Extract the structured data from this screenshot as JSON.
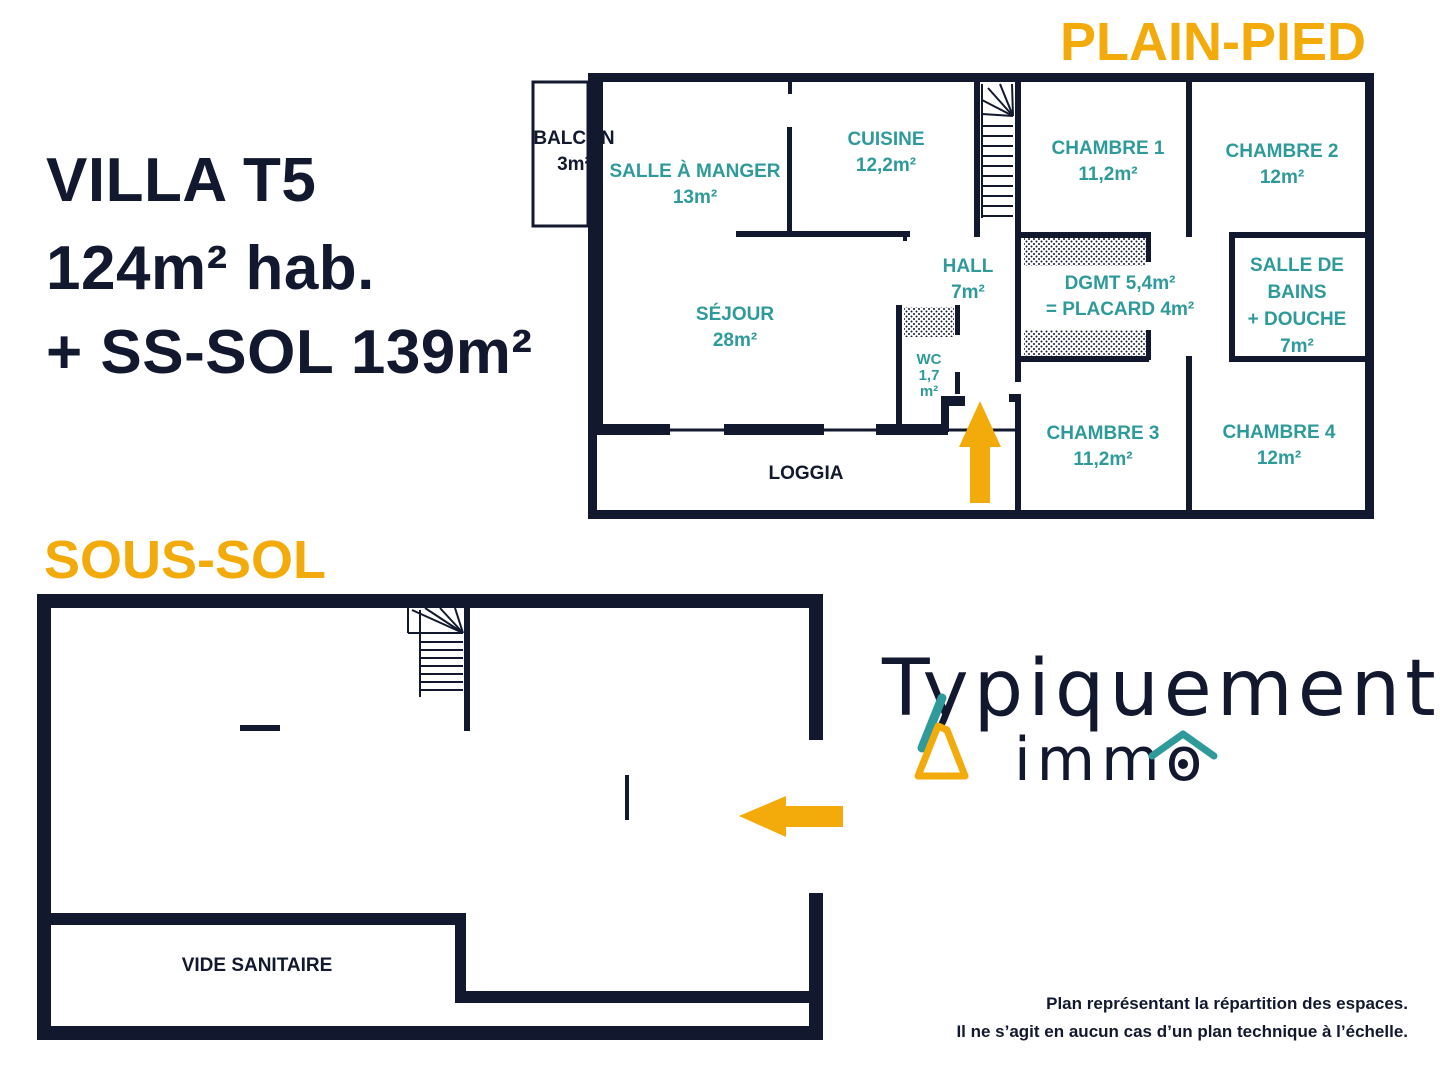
{
  "headline": {
    "line1": "VILLA T5",
    "line2": "124m² hab.",
    "line3": "+ SS-SOL 139m²"
  },
  "ground_floor": {
    "title": "PLAIN-PIED",
    "rooms": {
      "balcon": {
        "name": "BALCON",
        "area": "3m²"
      },
      "salle_a_manger": {
        "name": "SALLE À MANGER",
        "area": "13m²"
      },
      "cuisine": {
        "name": "CUISINE",
        "area": "12,2m²"
      },
      "chambre1": {
        "name": "CHAMBRE 1",
        "area": "11,2m²"
      },
      "chambre2": {
        "name": "CHAMBRE 2",
        "area": "12m²"
      },
      "hall": {
        "name": "HALL",
        "area": "7m²"
      },
      "dgmt": {
        "name": "DGMT 5,4m²",
        "area": "= PLACARD 4m²"
      },
      "sdb": {
        "line1": "SALLE DE",
        "line2": "BAINS",
        "line3": "+ DOUCHE",
        "area": "7m²"
      },
      "sejour": {
        "name": "SÉJOUR",
        "area": "28m²"
      },
      "wc": {
        "name": "WC",
        "line2": "1,7",
        "line3": "m²"
      },
      "chambre3": {
        "name": "CHAMBRE 3",
        "area": "11,2m²"
      },
      "chambre4": {
        "name": "CHAMBRE 4",
        "area": "12m²"
      },
      "loggia": {
        "name": "LOGGIA"
      }
    }
  },
  "basement": {
    "title": "SOUS-SOL",
    "rooms": {
      "vide_sanitaire": {
        "name": "VIDE SANITAIRE"
      }
    }
  },
  "logo": {
    "main": "Typiquement",
    "sub": "immo"
  },
  "disclaimer": {
    "line1": "Plan représentant la répartition des espaces.",
    "line2": "Il ne s’agit en aucun cas d’un plan technique à l’échelle."
  },
  "colors": {
    "wall": "#12192e",
    "accent": "#f2ab0b",
    "room_label": "#2f9a9a"
  },
  "icons": [
    "entry-arrow-up-icon",
    "entry-arrow-left-icon",
    "staircase-icon",
    "house-icon"
  ]
}
